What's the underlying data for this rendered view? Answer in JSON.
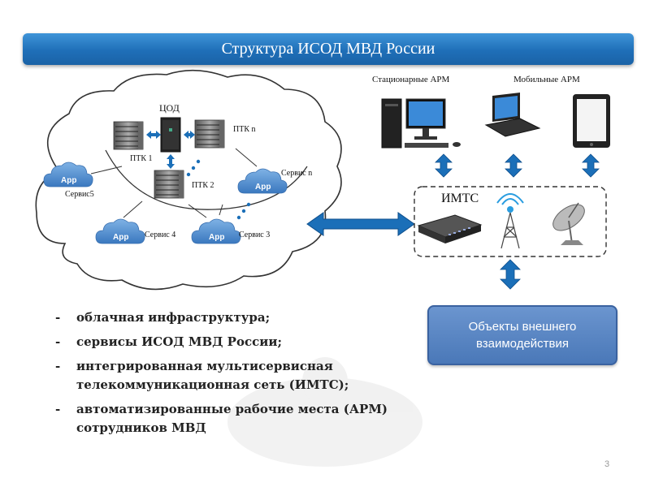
{
  "title": "Структура ИСОД МВД России",
  "labels": {
    "tsod": "ЦОД",
    "ptk1": "ПТК 1",
    "ptk2": "ПТК 2",
    "ptkn": "ПТК n",
    "service5": "Сервис5",
    "service4": "Сервис 4",
    "service3": "Сервис 3",
    "servicen": "Сервис n",
    "app": "App",
    "stationary_arm": "Стационарные АРМ",
    "mobile_arm": "Мобильные АРМ",
    "imts": "ИМТС"
  },
  "bullets": [
    {
      "dash": "-",
      "text": "облачная инфраструктура;"
    },
    {
      "dash": "-",
      "text": "сервисы ИСОД МВД России;"
    },
    {
      "dash": "-",
      "text": "интегрированная мультисервисная телекоммуникационная сеть (ИМТС);"
    },
    {
      "dash": "-",
      "text": "автоматизированные рабочие места (АРМ) сотрудников МВД"
    }
  ],
  "external_objects": "Объекты внешнего взаимодействия",
  "page_number": "3",
  "colors": {
    "title_bar": "#1f6fb8",
    "arrow_blue": "#1b6fb8",
    "ext_box": "#5a86c4",
    "app_cloud": "#4a86c9"
  },
  "icons": [
    "server-rack-icon",
    "app-cloud-icon",
    "desktop-pc-icon",
    "laptop-icon",
    "tablet-icon",
    "network-switch-icon",
    "radio-tower-icon",
    "satellite-dish-icon"
  ]
}
